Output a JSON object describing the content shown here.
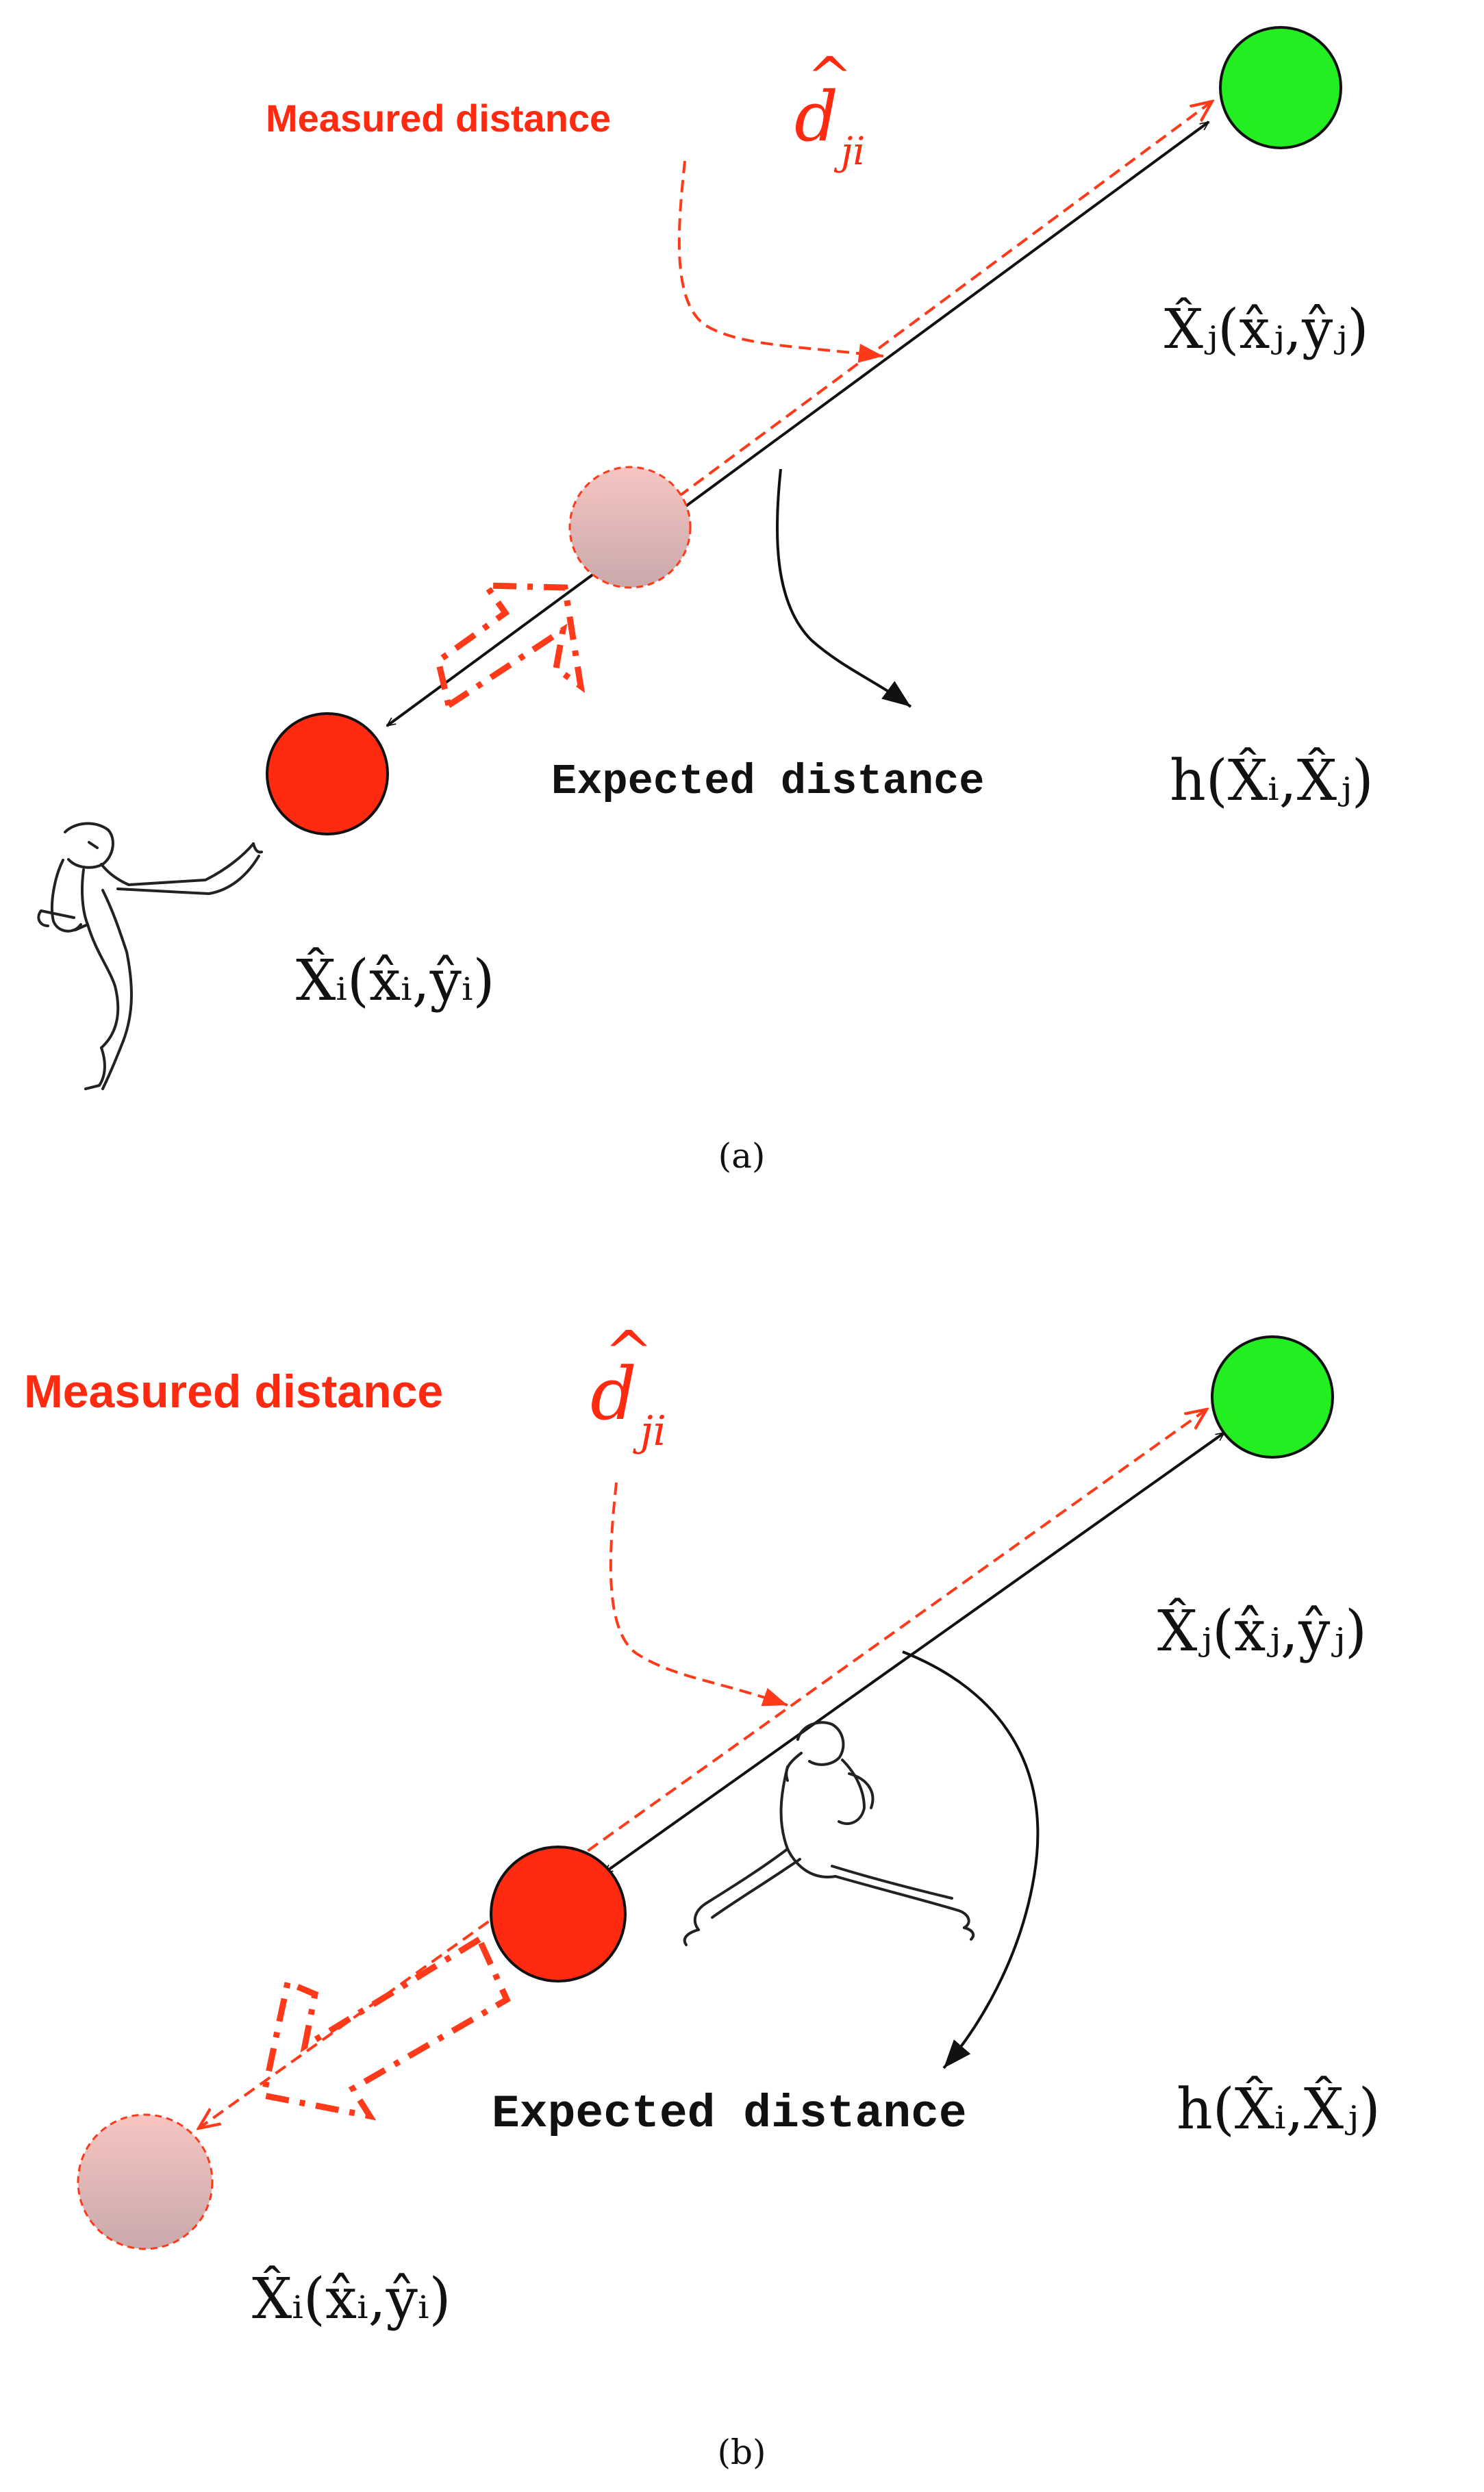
{
  "colors": {
    "red_node": "#ff2a10",
    "green_node": "#22ee22",
    "dashed_red": "#ff3a1a",
    "ghost_top": "#f7c5c2",
    "ghost_bottom": "#c9a9ab",
    "ink": "#111111"
  },
  "panel_a": {
    "measured_label": "Measured distance",
    "measured_symbol_base": "d",
    "measured_symbol_hat": "^",
    "measured_symbol_sub": "ji",
    "expected_label": "Expected distance",
    "expected_math": "h(X̂ᵢ,X̂ⱼ)",
    "node_j_math": "X̂ⱼ(x̂ⱼ,ŷⱼ)",
    "node_i_math": "X̂ᵢ(x̂ᵢ,ŷᵢ)",
    "caption": "(a)",
    "figure_icon": "kicking-figure-icon"
  },
  "panel_b": {
    "measured_label": "Measured distance",
    "measured_symbol_base": "d",
    "measured_symbol_hat": "^",
    "measured_symbol_sub": "ji",
    "expected_label": "Expected distance",
    "expected_math": "h(X̂ᵢ,X̂ⱼ)",
    "node_j_math": "X̂ⱼ(x̂ⱼ,ŷⱼ)",
    "node_i_math": "X̂ᵢ(x̂ᵢ,ŷᵢ)",
    "caption": "(b)",
    "figure_icon": "kicking-figure-icon"
  }
}
